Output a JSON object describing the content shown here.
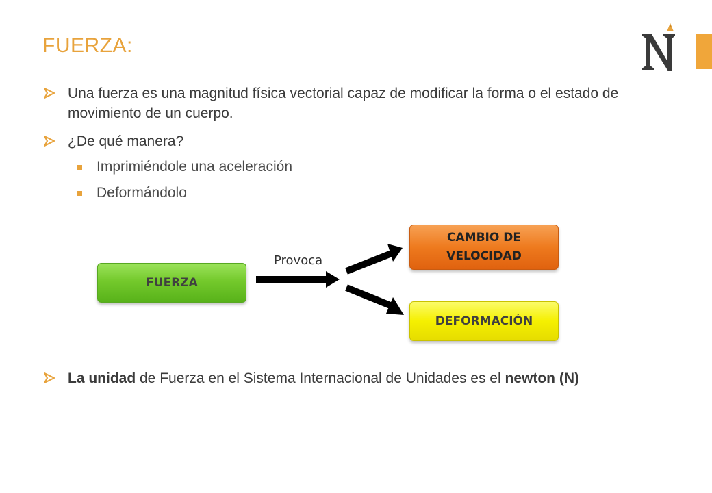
{
  "slide": {
    "title": "FUERZA:",
    "bullets": [
      {
        "text": "Una fuerza es una magnitud física vectorial capaz de modificar la forma o el estado de movimiento de un cuerpo."
      },
      {
        "text": "¿De qué manera?"
      }
    ],
    "sub_bullets": [
      {
        "text": "Imprimiéndole una aceleración"
      },
      {
        "text": "Deformándolo"
      }
    ],
    "final_bullet": {
      "part1": "La unidad",
      "part2": " de Fuerza en el Sistema Internacional de Unidades es el ",
      "part3": "newton (N)"
    }
  },
  "diagram": {
    "source_box": "FUERZA",
    "connector_label": "Provoca",
    "target_top_line1": "CAMBIO DE",
    "target_top_line2": "VELOCIDAD",
    "target_bottom": "DEFORMACIÓN"
  },
  "logo": {
    "letter": "N",
    "name": "N-logo"
  },
  "colors": {
    "title": "#E8A33C",
    "accent_bar": "#F0A63A",
    "box_fuerza": "#74C92C",
    "box_cambio": "#EE7A1E",
    "box_deformacion": "#F5F000",
    "bullet_marker": "#E8A33C"
  }
}
